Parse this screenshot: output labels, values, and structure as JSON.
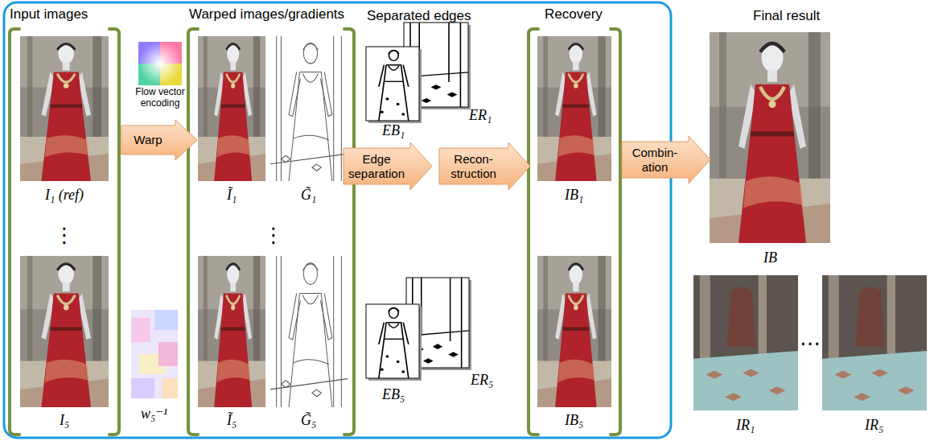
{
  "diagram": {
    "nodes": [
      {
        "text": [
          "Input images"
        ]
      },
      {
        "text": [
          "I₁ (ref)"
        ],
        "in": 0
      },
      {
        "text": [
          "I₅"
        ],
        "in": 0
      },
      {
        "text": [
          "Flow vector encoding"
        ]
      },
      {
        "text": [
          "Warp"
        ]
      },
      {
        "text": [
          "w₅⁻¹"
        ]
      },
      {
        "text": [
          "Warped images/gradients"
        ]
      },
      {
        "text": [
          "Ĩ₁"
        ],
        "in": 6
      },
      {
        "text": [
          "G̃₁"
        ],
        "in": 6
      },
      {
        "text": [
          "Ĩ₅"
        ],
        "in": 6
      },
      {
        "text": [
          "G̃₅"
        ],
        "in": 6
      },
      {
        "text": [
          "Edge separation"
        ]
      },
      {
        "text": [
          "EB₁"
        ]
      },
      {
        "text": [
          "ER₁"
        ]
      },
      {
        "text": [
          "EB₅"
        ]
      },
      {
        "text": [
          "ER₅"
        ]
      },
      {
        "text": [
          "Recon- struction"
        ]
      },
      {
        "text": [
          "Recovery"
        ]
      },
      {
        "text": [
          "IB₁"
        ],
        "in": 17
      },
      {
        "text": [
          "IB₅"
        ],
        "in": 17
      },
      {
        "text": [
          "Combin- ation"
        ]
      },
      {
        "text": [
          "IB"
        ]
      },
      {
        "text": [
          "IR₁"
        ]
      },
      {
        "text": [
          "IR₅"
        ]
      }
    ],
    "labels": [
      "Separated edges",
      "Final result",
      "⋮",
      "⋮",
      "…"
    ]
  }
}
